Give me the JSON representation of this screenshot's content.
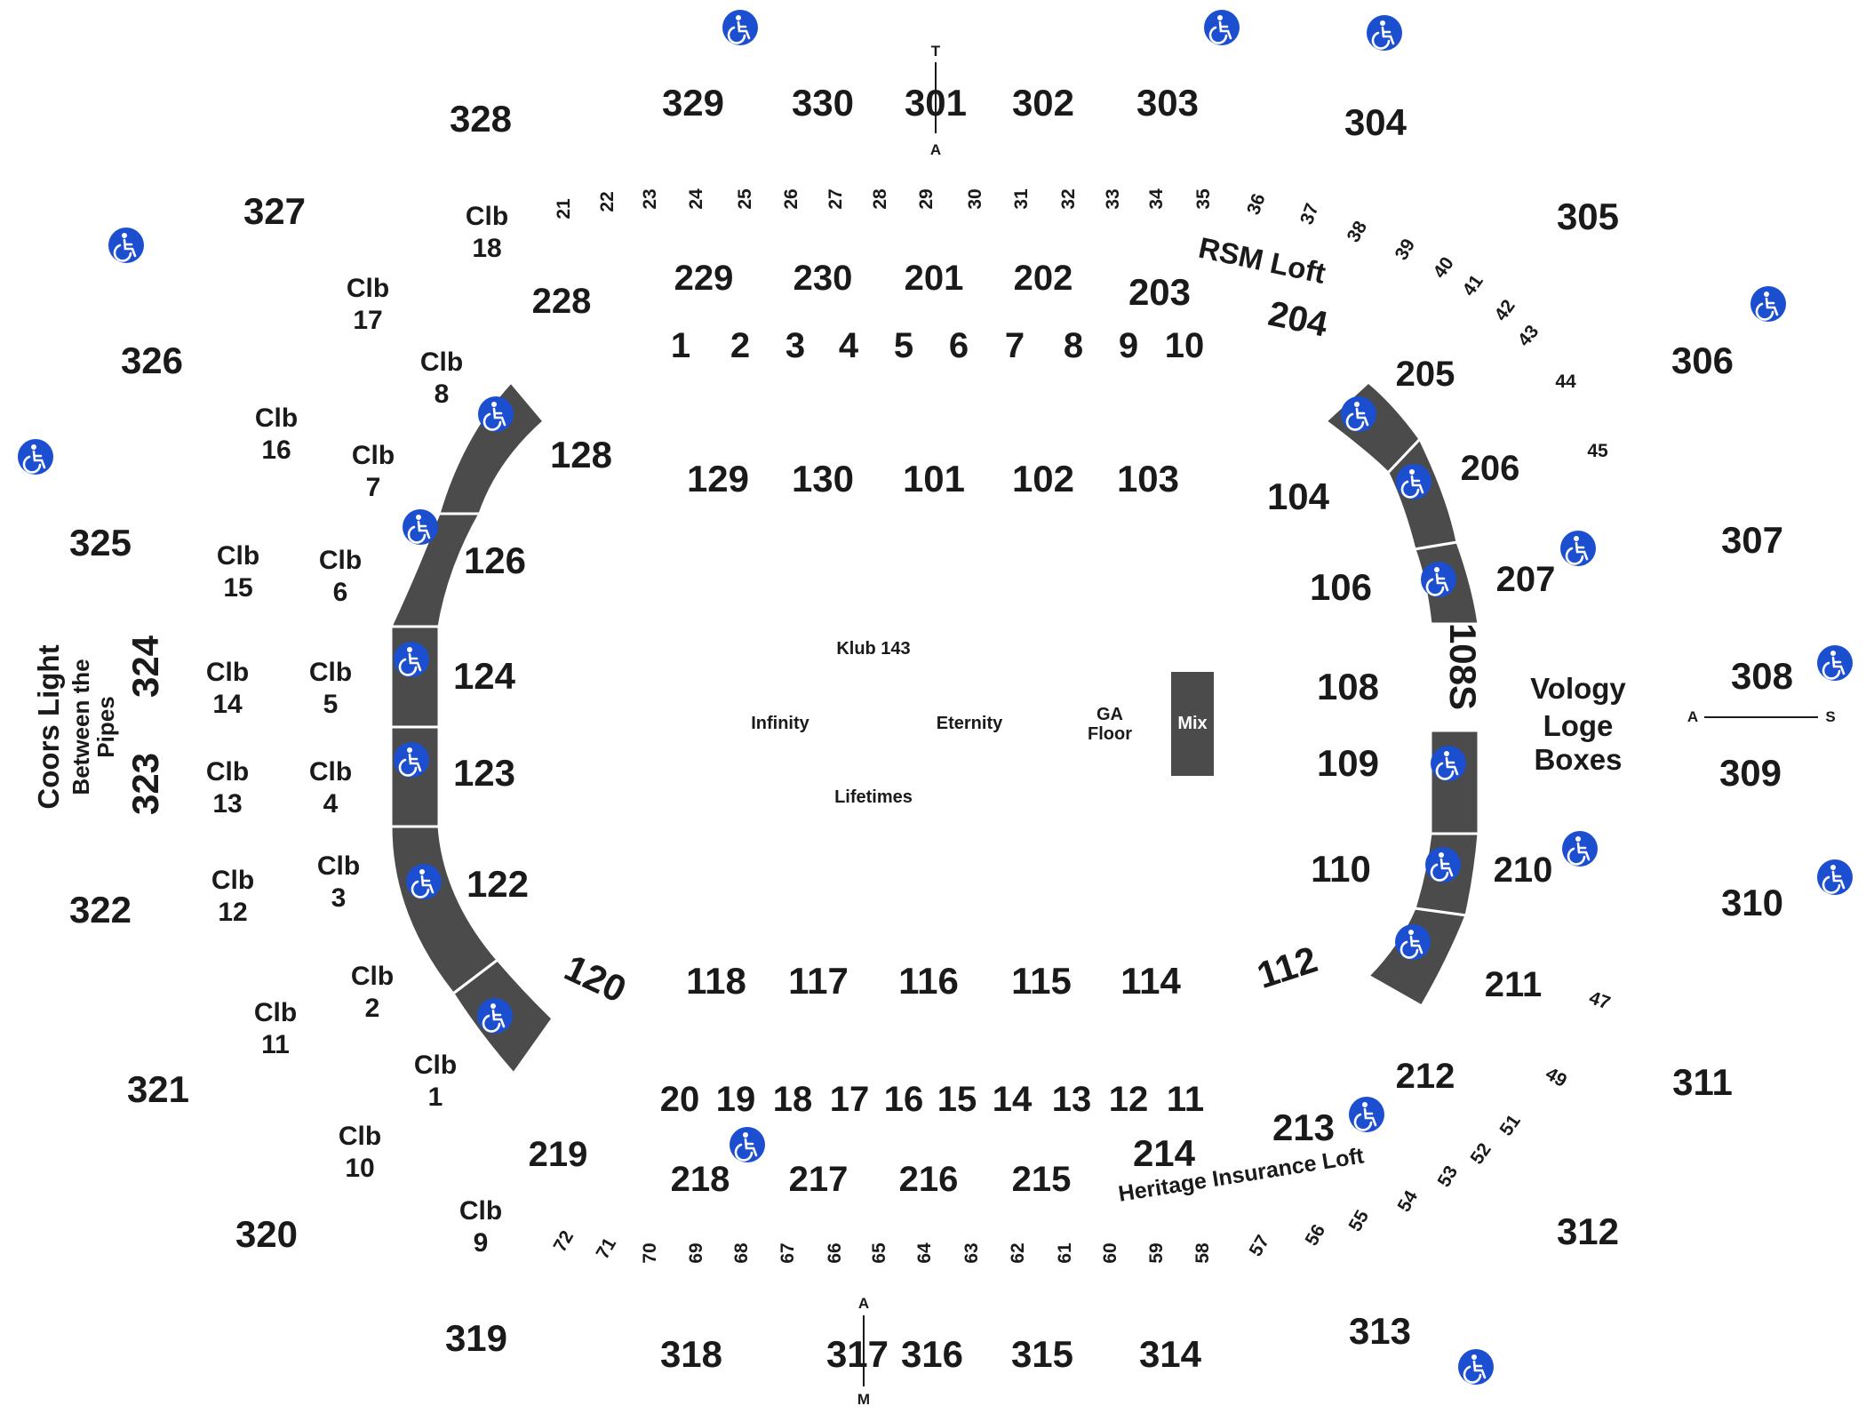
{
  "sections_300": [
    "328",
    "329",
    "330",
    "301",
    "302",
    "303",
    "304",
    "305",
    "306",
    "307",
    "308",
    "309",
    "310",
    "311",
    "312",
    "313",
    "314",
    "315",
    "316",
    "317",
    "318",
    "319",
    "320",
    "321",
    "322",
    "323",
    "324",
    "325",
    "326",
    "327"
  ],
  "sections_200": [
    "229",
    "230",
    "201",
    "202",
    "203",
    "204",
    "205",
    "206",
    "207",
    "210",
    "211",
    "212",
    "213",
    "214",
    "215",
    "216",
    "217",
    "218",
    "219",
    "228"
  ],
  "sections_100": [
    "128",
    "129",
    "130",
    "101",
    "102",
    "103",
    "104",
    "106",
    "108",
    "108S",
    "109",
    "110",
    "112",
    "114",
    "115",
    "116",
    "117",
    "118",
    "120",
    "122",
    "123",
    "124",
    "126"
  ],
  "rows_top": [
    "1",
    "2",
    "3",
    "4",
    "5",
    "6",
    "7",
    "8",
    "9",
    "10"
  ],
  "rows_bottom": [
    "20",
    "19",
    "18",
    "17",
    "16",
    "15",
    "14",
    "13",
    "12",
    "11"
  ],
  "suites_top": [
    "21",
    "22",
    "23",
    "24",
    "25",
    "26",
    "27",
    "28",
    "29",
    "30",
    "31",
    "32",
    "33",
    "34",
    "35",
    "36",
    "37",
    "38",
    "39",
    "40",
    "41",
    "42",
    "43",
    "44",
    "45"
  ],
  "suites_bottom": [
    "72",
    "71",
    "70",
    "69",
    "68",
    "67",
    "66",
    "65",
    "64",
    "63",
    "62",
    "61",
    "60",
    "59",
    "58",
    "57",
    "56",
    "55",
    "54",
    "53",
    "52",
    "51",
    "49",
    "47"
  ],
  "clubs": {
    "prefix": "Clb",
    "numbers": [
      "18",
      "17",
      "8",
      "16",
      "7",
      "15",
      "6",
      "14",
      "5",
      "13",
      "4",
      "12",
      "3",
      "11",
      "2",
      "1",
      "10",
      "9"
    ]
  },
  "labels": {
    "rsm_loft": "RSM Loft",
    "heritage_loft": "Heritage Insurance Loft",
    "vology_1": "Vology",
    "vology_2": "Loge",
    "vology_3": "Boxes",
    "coors_1": "Coors Light",
    "coors_2": "Between the",
    "coors_3": "Pipes"
  },
  "floor": {
    "klub": "Klub 143",
    "infinity": "Infinity",
    "eternity": "Eternity",
    "ga_1": "GA",
    "ga_2": "Floor",
    "lifetimes": "Lifetimes",
    "mix": "Mix"
  },
  "markers": {
    "t": "T",
    "a_top": "A",
    "a_bottom": "A",
    "m": "M",
    "a_right": "A",
    "s": "S"
  },
  "colors": {
    "wheelchair": "#1b4fd0",
    "band": "#4b4b4b",
    "text": "#1a1a1a"
  },
  "icons": {
    "accessible": "wheelchair-icon"
  }
}
